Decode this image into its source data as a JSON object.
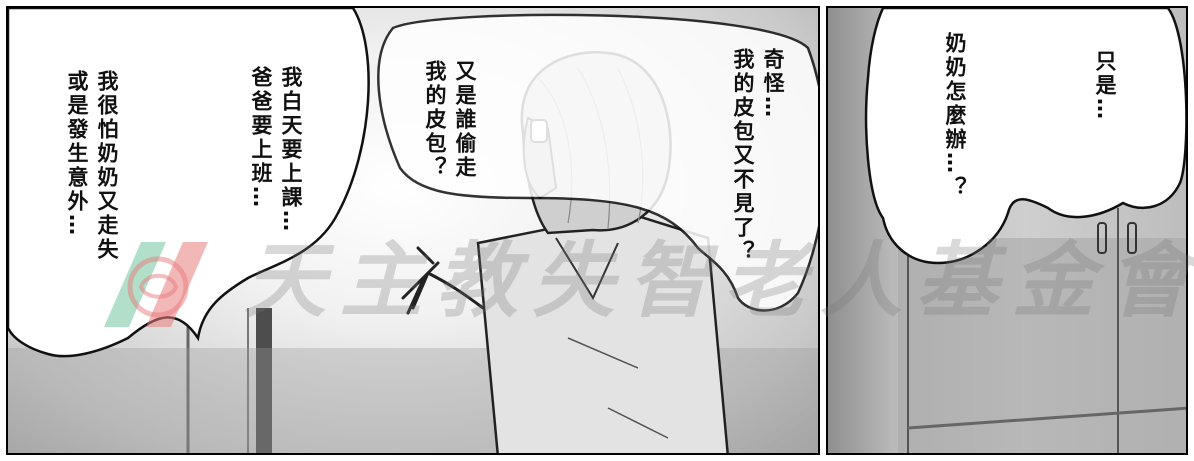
{
  "comic": {
    "left_panel": {
      "bubble_worry_lines": [
        "我白天要上課…",
        "爸爸要上班…"
      ],
      "bubble_worry_lines_2": [
        "我很怕奶奶又走失",
        "或是發生意外…"
      ],
      "bubble_who_stole": [
        "又是誰偷走",
        "我的皮包？"
      ],
      "bubble_strange": [
        "奇怪…",
        "我的皮包又不見了？"
      ]
    },
    "right_panel": {
      "bubble_only": [
        "只是…"
      ],
      "bubble_grandma": [
        "奶奶怎麼辦…？"
      ]
    },
    "watermark": {
      "text": "天主教失智老人基金會",
      "colors": {
        "logo_green": "#7fc9a6",
        "logo_red": "#e77b7b"
      }
    }
  }
}
